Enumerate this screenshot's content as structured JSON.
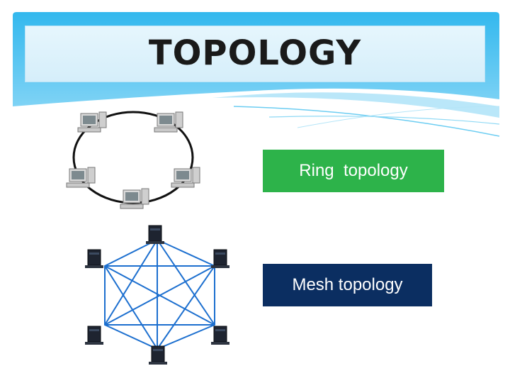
{
  "slide": {
    "title": "TOPOLOGY",
    "ring": {
      "label": "Ring  topology",
      "color": "#2db34a"
    },
    "mesh": {
      "label": "Mesh topology",
      "color": "#0b2e61",
      "link_color": "#1c6fcf"
    }
  }
}
